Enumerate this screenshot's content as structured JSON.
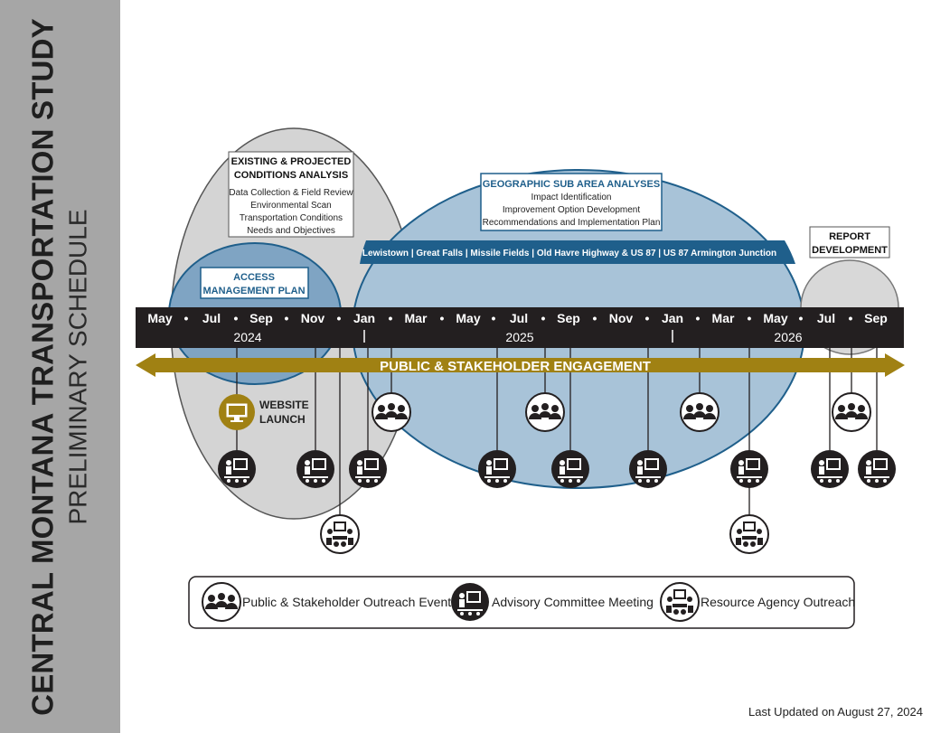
{
  "sidebar": {
    "title": "CENTRAL MONTANA TRANSPORTATION STUDY",
    "subtitle": "PRELIMINARY SCHEDULE"
  },
  "phases": {
    "existing": {
      "title": [
        "EXISTING & PROJECTED",
        "CONDITIONS ANALYSIS"
      ],
      "items": [
        "Data Collection & Field Review",
        "Environmental Scan",
        "Transportation Conditions",
        "Needs and Objectives"
      ]
    },
    "access": {
      "title": [
        "ACCESS",
        "MANAGEMENT PLAN"
      ]
    },
    "geographic": {
      "title": "GEOGRAPHIC SUB AREA ANALYSES",
      "items": [
        "Impact Identification",
        "Improvement Option Development",
        "Recommendations and Implementation Plan"
      ],
      "areas": "Lewistown | Great Falls | Missile Fields | Old Havre Highway & US 87 | US 87 Armington Junction"
    },
    "report": {
      "title": [
        "REPORT",
        "DEVELOPMENT"
      ]
    }
  },
  "timeline": {
    "months": [
      "May",
      "Jul",
      "Sep",
      "Nov",
      "Jan",
      "Mar",
      "May",
      "Jul",
      "Sep",
      "Nov",
      "Jan",
      "Mar",
      "May",
      "Jul",
      "Sep"
    ],
    "years": [
      "2024",
      "2025",
      "2026"
    ]
  },
  "engagement_label": "PUBLIC & STAKEHOLDER ENGAGEMENT",
  "website_launch": [
    "WEBSITE",
    "LAUNCH"
  ],
  "legend": {
    "outreach": "Public & Stakeholder Outreach Event",
    "advisory": "Advisory Committee Meeting",
    "agency": "Resource Agency Outreach"
  },
  "colors": {
    "sidebar": "#a6a6a6",
    "timeline_bar": "#231f20",
    "engagement_arrow": "#a08113",
    "geographic_oval": "#a8c3d8",
    "geographic_band": "#1f5f8b",
    "existing_oval": "#d4d4d4",
    "access_oval": "#7fa4c3",
    "report_oval": "#d8d8d8"
  },
  "updated": "Last Updated on August 27, 2024"
}
